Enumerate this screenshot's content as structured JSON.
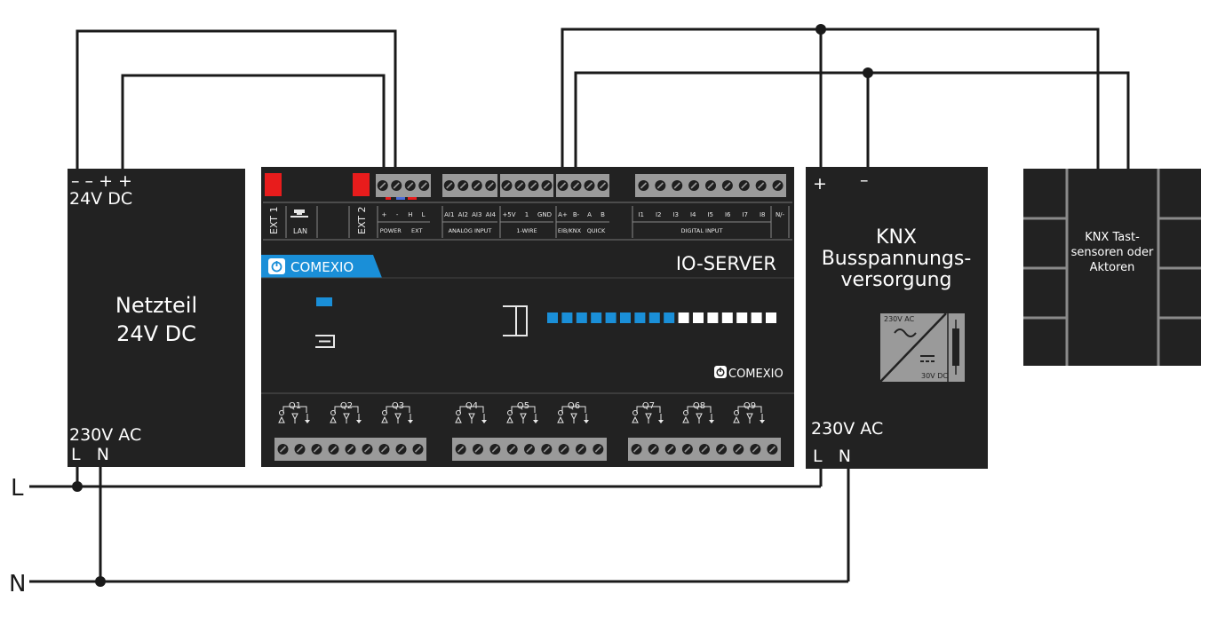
{
  "psu": {
    "dc_polarity": "–  –  +  +",
    "dc_label": "24V DC",
    "name_line1": "Netzteil",
    "name_line2": "24V DC",
    "ac_label": "230V AC",
    "ac_terminals": "L   N"
  },
  "server": {
    "brand": "COMEXIO",
    "model": "IO-SERVER",
    "logo_text": "COMEXIO",
    "ext1": "EXT 1",
    "ext2": "EXT 2",
    "lan": "LAN",
    "power_pins": [
      "+",
      "-",
      "H",
      "L"
    ],
    "power_groups": [
      "POWER",
      "EXT"
    ],
    "analog_pins": [
      "AI1",
      "AI2",
      "AI3",
      "AI4"
    ],
    "analog_label": "ANALOG INPUT",
    "onewire_pins": [
      "+5V",
      "1",
      "GND"
    ],
    "onewire_label": "1-WIRE",
    "bus_pins": [
      "A+",
      "B-",
      "A",
      "B"
    ],
    "bus_groups": [
      "EIB/KNX",
      "QUICK"
    ],
    "digital_pins": [
      "I1",
      "I2",
      "I3",
      "I4",
      "I5",
      "I6",
      "I7",
      "I8",
      "N/-"
    ],
    "digital_label": "DIGITAL INPUT",
    "outputs": [
      "Q1",
      "Q2",
      "Q3",
      "Q4",
      "Q5",
      "Q6",
      "Q7",
      "Q8",
      "Q9"
    ]
  },
  "knx_psu": {
    "plus": "+",
    "minus": "–",
    "name_line1": "KNX",
    "name_line2": "Busspannungs-",
    "name_line3": "versorgung",
    "icon_in": "230V AC",
    "icon_out": "30V DC",
    "ac_label": "230V AC",
    "ac_terminals": "L   N"
  },
  "knx_device": {
    "line1": "KNX Tast-",
    "line2": "sensoren oder",
    "line3": "Aktoren"
  },
  "mains": {
    "l": "L",
    "n": "N"
  },
  "colors": {
    "box": "#222222",
    "wire": "#1a1a1a",
    "accent_blue": "#1a8fd8",
    "terminal_red": "#e81c1c",
    "terminal_grey": "#9a9a9a"
  }
}
